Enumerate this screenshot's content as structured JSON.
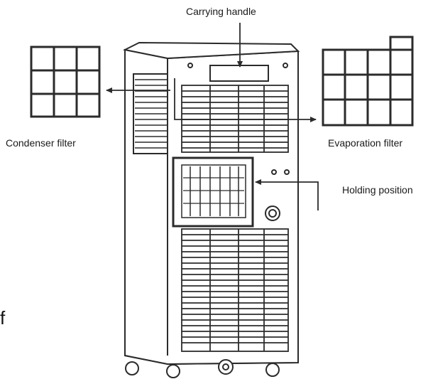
{
  "labels": {
    "carrying_handle": "Carrying handle",
    "condenser_filter": "Condenser filter",
    "evaporation_filter": "Evaporation filter",
    "holding_position": "Holding position"
  },
  "stray_text": "f",
  "colors": {
    "line": "#2b2b2b",
    "background": "#ffffff"
  }
}
